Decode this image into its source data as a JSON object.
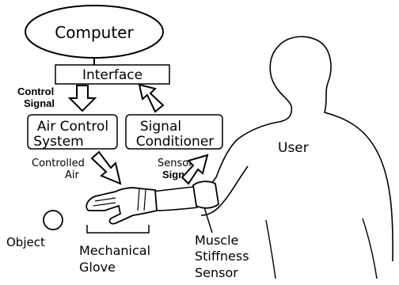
{
  "nodes": {
    "computer": "Computer",
    "interface": "Interface",
    "air_control_line1": "Air Control",
    "air_control_line2": "System",
    "signal_conditioner_line1": "Signal",
    "signal_conditioner_line2": "Conditioner"
  },
  "labels": {
    "control_signal_line1": "Control",
    "control_signal_line2": "Signal",
    "controlled_air_line1": "Controlled",
    "controlled_air_line2": "Air",
    "sensor_signal_line1": "Sensor",
    "sensor_signal_line2": "Signal",
    "user": "User",
    "object": "Object",
    "glove_line1": "Mechanical",
    "glove_line2": "Glove",
    "sensor_line1": "Muscle",
    "sensor_line2": "Stiffness",
    "sensor_line3": "Sensor"
  }
}
